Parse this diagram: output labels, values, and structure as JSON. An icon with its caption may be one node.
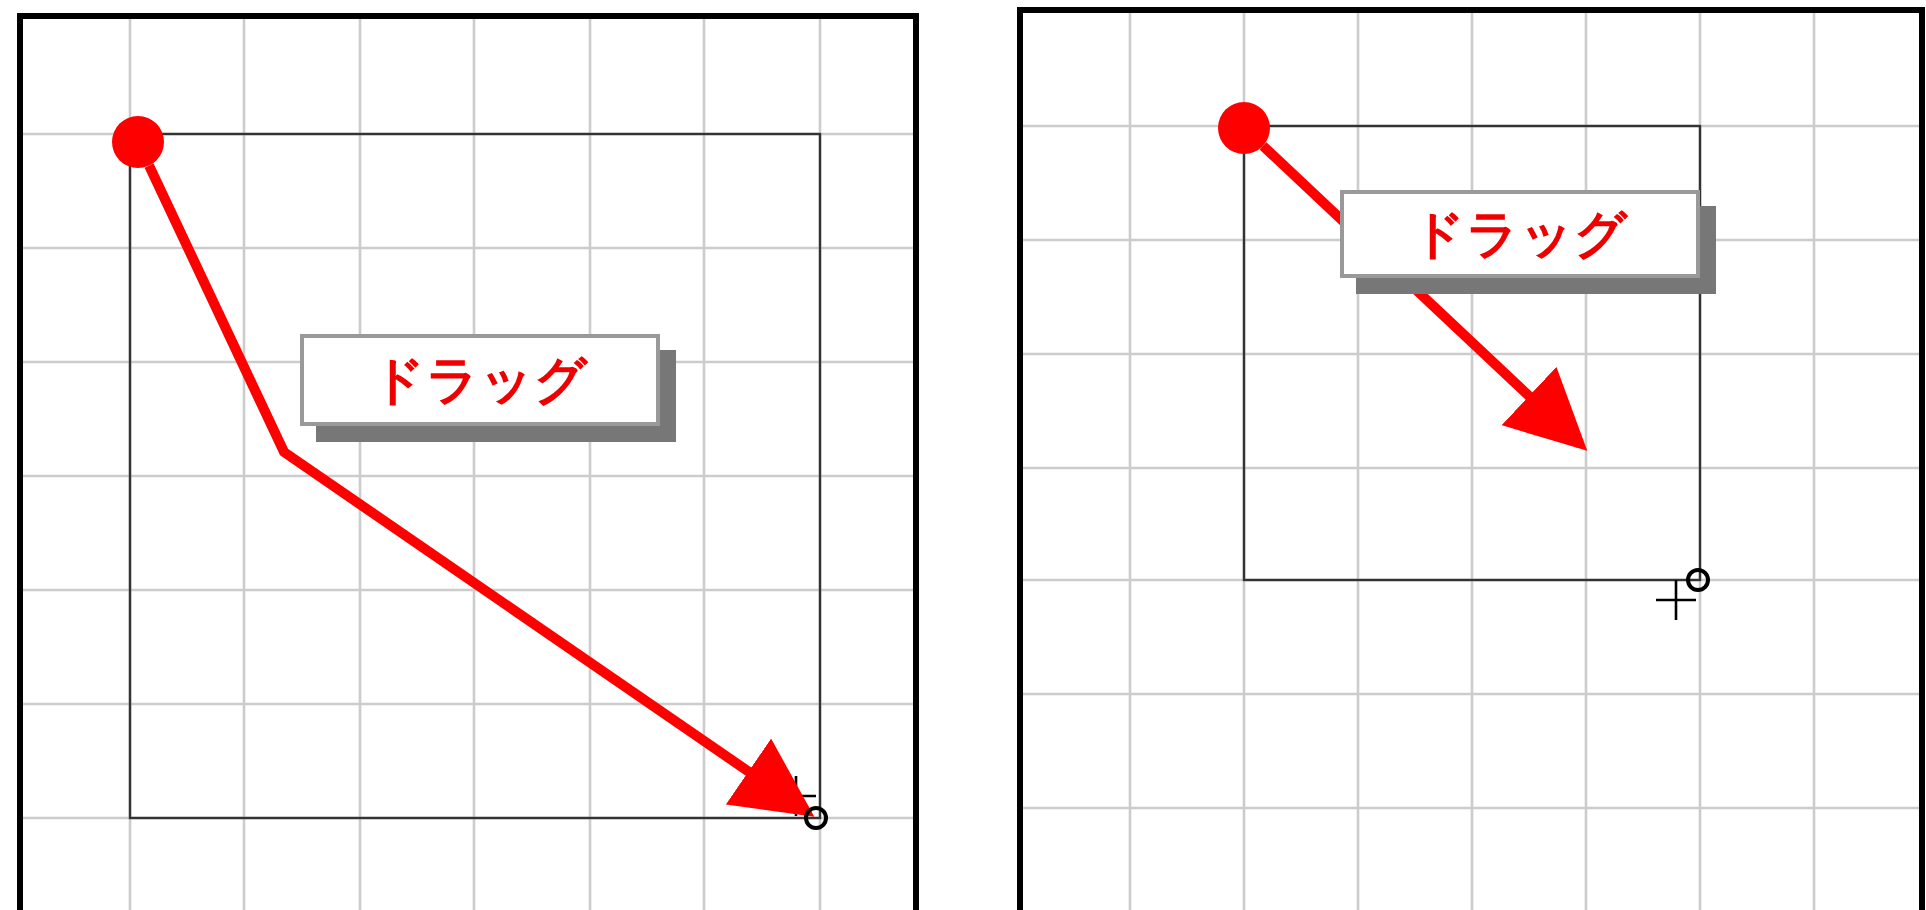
{
  "diagram": {
    "nodes": [
      {
        "text": [],
        "shape": "circle"
      },
      {
        "text": [
          "ドラッグ"
        ]
      },
      {
        "text": [],
        "shape": "circle"
      },
      {
        "text": [],
        "shape": "circle"
      },
      {
        "text": [
          "ドラッグ"
        ]
      },
      {
        "text": [],
        "shape": "circle"
      }
    ],
    "edges": [
      {
        "from": 0,
        "to": 2,
        "arrow": "to"
      },
      {
        "from": 3,
        "to": null,
        "arrow": "to"
      }
    ]
  }
}
